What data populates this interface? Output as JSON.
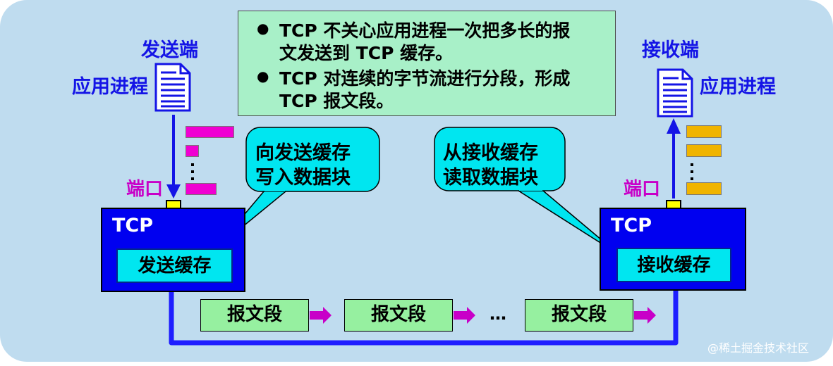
{
  "note": {
    "bullet_1_line_1": "TCP 不关心应用进程一次把多长的报",
    "bullet_1_line_2": "文发送到 TCP 缓存。",
    "bullet_2_line_1": "TCP 对连续的字节流进行分段，形成",
    "bullet_2_line_2": "TCP 报文段。"
  },
  "sender": {
    "title": "发送端",
    "app_label": "应用进程",
    "port_label": "端口",
    "tcp_label": "TCP",
    "buffer_label": "发送缓存"
  },
  "receiver": {
    "title": "接收端",
    "app_label": "应用进程",
    "port_label": "端口",
    "tcp_label": "TCP",
    "buffer_label": "接收缓存"
  },
  "callouts": {
    "write_line_1": "向发送缓存",
    "write_line_2": "写入数据块",
    "read_line_1": "从接收缓存",
    "read_line_2": "读取数据块"
  },
  "segments": [
    "报文段",
    "报文段",
    "报文段"
  ],
  "ellipsis": "…",
  "watermark": "@稀土掘金技术社区",
  "colors": {
    "background": "#bfdcef",
    "tcp_box": "#0000f0",
    "buffer": "#00e6f0",
    "note": "#a8f0c8",
    "callout": "#00e6f0",
    "segment": "#96f0a0",
    "arrow": "#c800c8",
    "label_blue": "#1414e6",
    "data_block_sender": "#f000d2",
    "data_block_receiver": "#f0b400",
    "port": "#ffff00"
  },
  "icons": {
    "sender_doc": "document-icon",
    "receiver_doc": "document-icon"
  }
}
